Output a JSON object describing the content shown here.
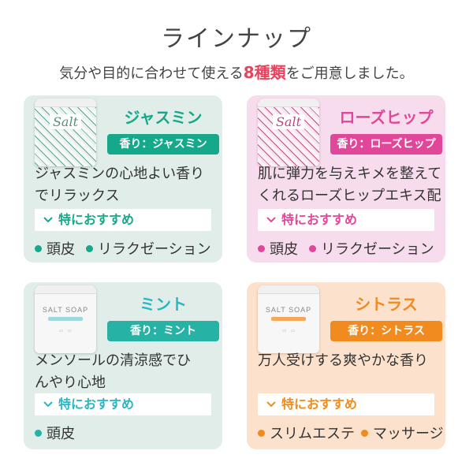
{
  "header": {
    "title": "ラインナップ",
    "subtitle_before": "気分や目的に合わせて使える",
    "subtitle_highlight": "8種類",
    "subtitle_after": "をご用意しました。"
  },
  "colors": {
    "jasmine": "#16a88a",
    "rosehip": "#e0479a",
    "mint": "#29b6c4",
    "citrus": "#f18b1f",
    "highlight": "#e8435e"
  },
  "products": [
    {
      "name": "ジャスミン",
      "scent_label": "香り：ジャスミン",
      "description_line1": "ジャスミンの心地よい香り",
      "description_line2": "でリラックス",
      "recommend_label": "特におすすめ",
      "tags": [
        "頭皮",
        "リラクゼーション"
      ],
      "jar": {
        "brand": "Salt",
        "icon": "jar-green-pattern-icon"
      }
    },
    {
      "name": "ローズヒップ",
      "scent_label": "香り：ローズヒップ",
      "description_line1": "肌に弾力を与えキメを整えて",
      "description_line2": "くれるローズヒップエキス配合",
      "recommend_label": "特におすすめ",
      "tags": [
        "頭皮",
        "リラクゼーション"
      ],
      "jar": {
        "brand": "Salt",
        "icon": "jar-pink-pattern-icon"
      }
    },
    {
      "name": "ミント",
      "scent_label": "香り：ミント",
      "description_line1": "メンソールの清涼感でひ",
      "description_line2": "んやり心地",
      "recommend_label": "特におすすめ",
      "tags": [
        "頭皮"
      ],
      "jar": {
        "brand": "SALT SOAP",
        "icon": "jar-white-icon"
      }
    },
    {
      "name": "シトラス",
      "scent_label": "香り：シトラス",
      "description_line1": "万人受けする爽やかな香り",
      "description_line2": "",
      "recommend_label": "特におすすめ",
      "tags": [
        "スリムエステ",
        "マッサージ"
      ],
      "jar": {
        "brand": "SALT SOAP",
        "icon": "jar-white-icon"
      }
    }
  ]
}
